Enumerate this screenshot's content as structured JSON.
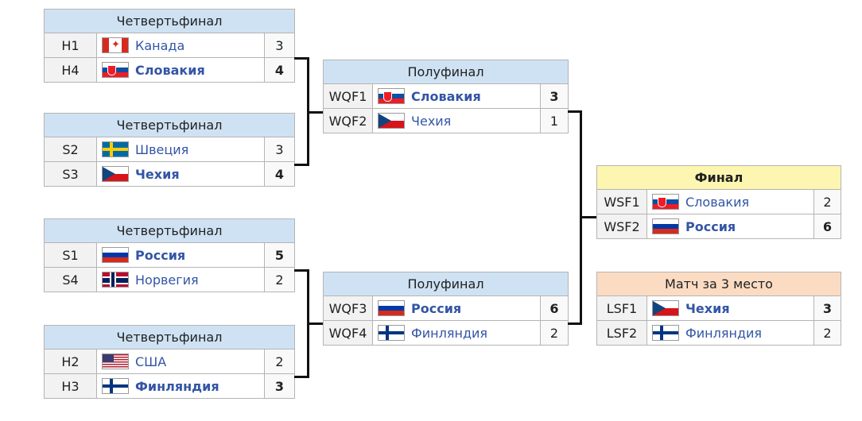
{
  "quarterfinals": [
    {
      "title": "Четвертьфинал",
      "rows": [
        {
          "seed": "H1",
          "team": "Канада",
          "flag": "canada-flag-icon",
          "score": "3",
          "winner": false
        },
        {
          "seed": "H4",
          "team": "Словакия",
          "flag": "slovakia-flag-icon",
          "score": "4",
          "winner": true
        }
      ]
    },
    {
      "title": "Четвертьфинал",
      "rows": [
        {
          "seed": "S2",
          "team": "Швеция",
          "flag": "sweden-flag-icon",
          "score": "3",
          "winner": false
        },
        {
          "seed": "S3",
          "team": "Чехия",
          "flag": "czech-flag-icon",
          "score": "4",
          "winner": true
        }
      ]
    },
    {
      "title": "Четвертьфинал",
      "rows": [
        {
          "seed": "S1",
          "team": "Россия",
          "flag": "russia-flag-icon",
          "score": "5",
          "winner": true
        },
        {
          "seed": "S4",
          "team": "Норвегия",
          "flag": "norway-flag-icon",
          "score": "2",
          "winner": false
        }
      ]
    },
    {
      "title": "Четвертьфинал",
      "rows": [
        {
          "seed": "H2",
          "team": "США",
          "flag": "usa-flag-icon",
          "score": "2",
          "winner": false
        },
        {
          "seed": "H3",
          "team": "Финляндия",
          "flag": "finland-flag-icon",
          "score": "3",
          "winner": true
        }
      ]
    }
  ],
  "semifinals": [
    {
      "title": "Полуфинал",
      "rows": [
        {
          "seed": "WQF1",
          "team": "Словакия",
          "flag": "slovakia-flag-icon",
          "score": "3",
          "winner": true
        },
        {
          "seed": "WQF2",
          "team": "Чехия",
          "flag": "czech-flag-icon",
          "score": "1",
          "winner": false
        }
      ]
    },
    {
      "title": "Полуфинал",
      "rows": [
        {
          "seed": "WQF3",
          "team": "Россия",
          "flag": "russia-flag-icon",
          "score": "6",
          "winner": true
        },
        {
          "seed": "WQF4",
          "team": "Финляндия",
          "flag": "finland-flag-icon",
          "score": "2",
          "winner": false
        }
      ]
    }
  ],
  "final": {
    "title": "Финал",
    "rows": [
      {
        "seed": "WSF1",
        "team": "Словакия",
        "flag": "slovakia-flag-icon",
        "score": "2",
        "winner": false
      },
      {
        "seed": "WSF2",
        "team": "Россия",
        "flag": "russia-flag-icon",
        "score": "6",
        "winner": true
      }
    ]
  },
  "third_place": {
    "title": "Матч за 3 место",
    "rows": [
      {
        "seed": "LSF1",
        "team": "Чехия",
        "flag": "czech-flag-icon",
        "score": "3",
        "winner": true
      },
      {
        "seed": "LSF2",
        "team": "Финляндия",
        "flag": "finland-flag-icon",
        "score": "2",
        "winner": false
      }
    ]
  },
  "colors": {
    "header_blue": "#cfe2f3",
    "header_final": "#fdf6b0",
    "header_third": "#fbdcc3",
    "team_link": "#3355a5",
    "connector": "#111111"
  }
}
